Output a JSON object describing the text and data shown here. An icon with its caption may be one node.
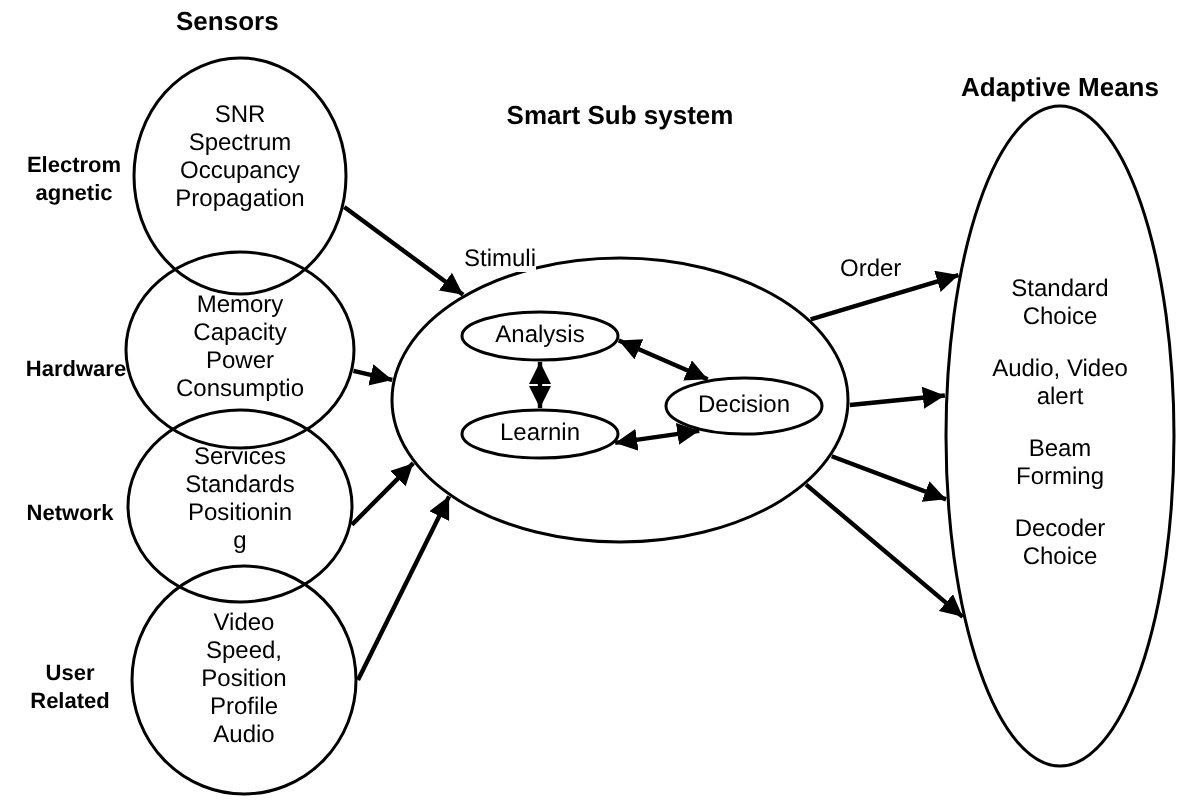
{
  "diagram": {
    "nodes": [
      {
        "text": [
          "SNR Spectrum Occupancy Propagation"
        ],
        "beside": [
          "Electrom agnetic"
        ]
      },
      {
        "text": [
          "Memory Capacity Power Consumptio"
        ],
        "beside": [
          "Hardware"
        ]
      },
      {
        "text": [
          "Services Standards Positionin g"
        ],
        "beside": [
          "Network"
        ]
      },
      {
        "text": [
          "Video Speed, Position Profile Audio"
        ],
        "beside": [
          "User Related"
        ]
      },
      {
        "text": [
          "Smart Sub system"
        ]
      },
      {
        "text": [
          "Analysis"
        ],
        "in": 4
      },
      {
        "text": [
          "Learnin"
        ],
        "in": 4
      },
      {
        "text": [
          "Decision"
        ],
        "in": 4
      },
      {
        "text": [
          "Adaptive Means",
          "Standard Choice",
          "Audio, Video alert",
          "Beam Forming",
          "Decoder Choice"
        ]
      }
    ],
    "edges": [
      {
        "from": 0,
        "to": 4,
        "arrow": "to",
        "label": "Stimuli"
      },
      {
        "from": 1,
        "to": 4,
        "arrow": "to"
      },
      {
        "from": 2,
        "to": 4,
        "arrow": "to"
      },
      {
        "from": 3,
        "to": 4,
        "arrow": "to"
      },
      {
        "from": 5,
        "to": 7,
        "arrow": "both"
      },
      {
        "from": 6,
        "to": 7,
        "arrow": "both"
      },
      {
        "from": 5,
        "to": 6,
        "arrow": "both"
      },
      {
        "from": 4,
        "to": 8,
        "arrow": "to",
        "label": "Order"
      },
      {
        "from": 4,
        "to": 8,
        "arrow": "to"
      },
      {
        "from": 4,
        "to": 8,
        "arrow": "to"
      },
      {
        "from": 4,
        "to": 8,
        "arrow": "to"
      }
    ],
    "labels": [
      "Sensors"
    ]
  }
}
